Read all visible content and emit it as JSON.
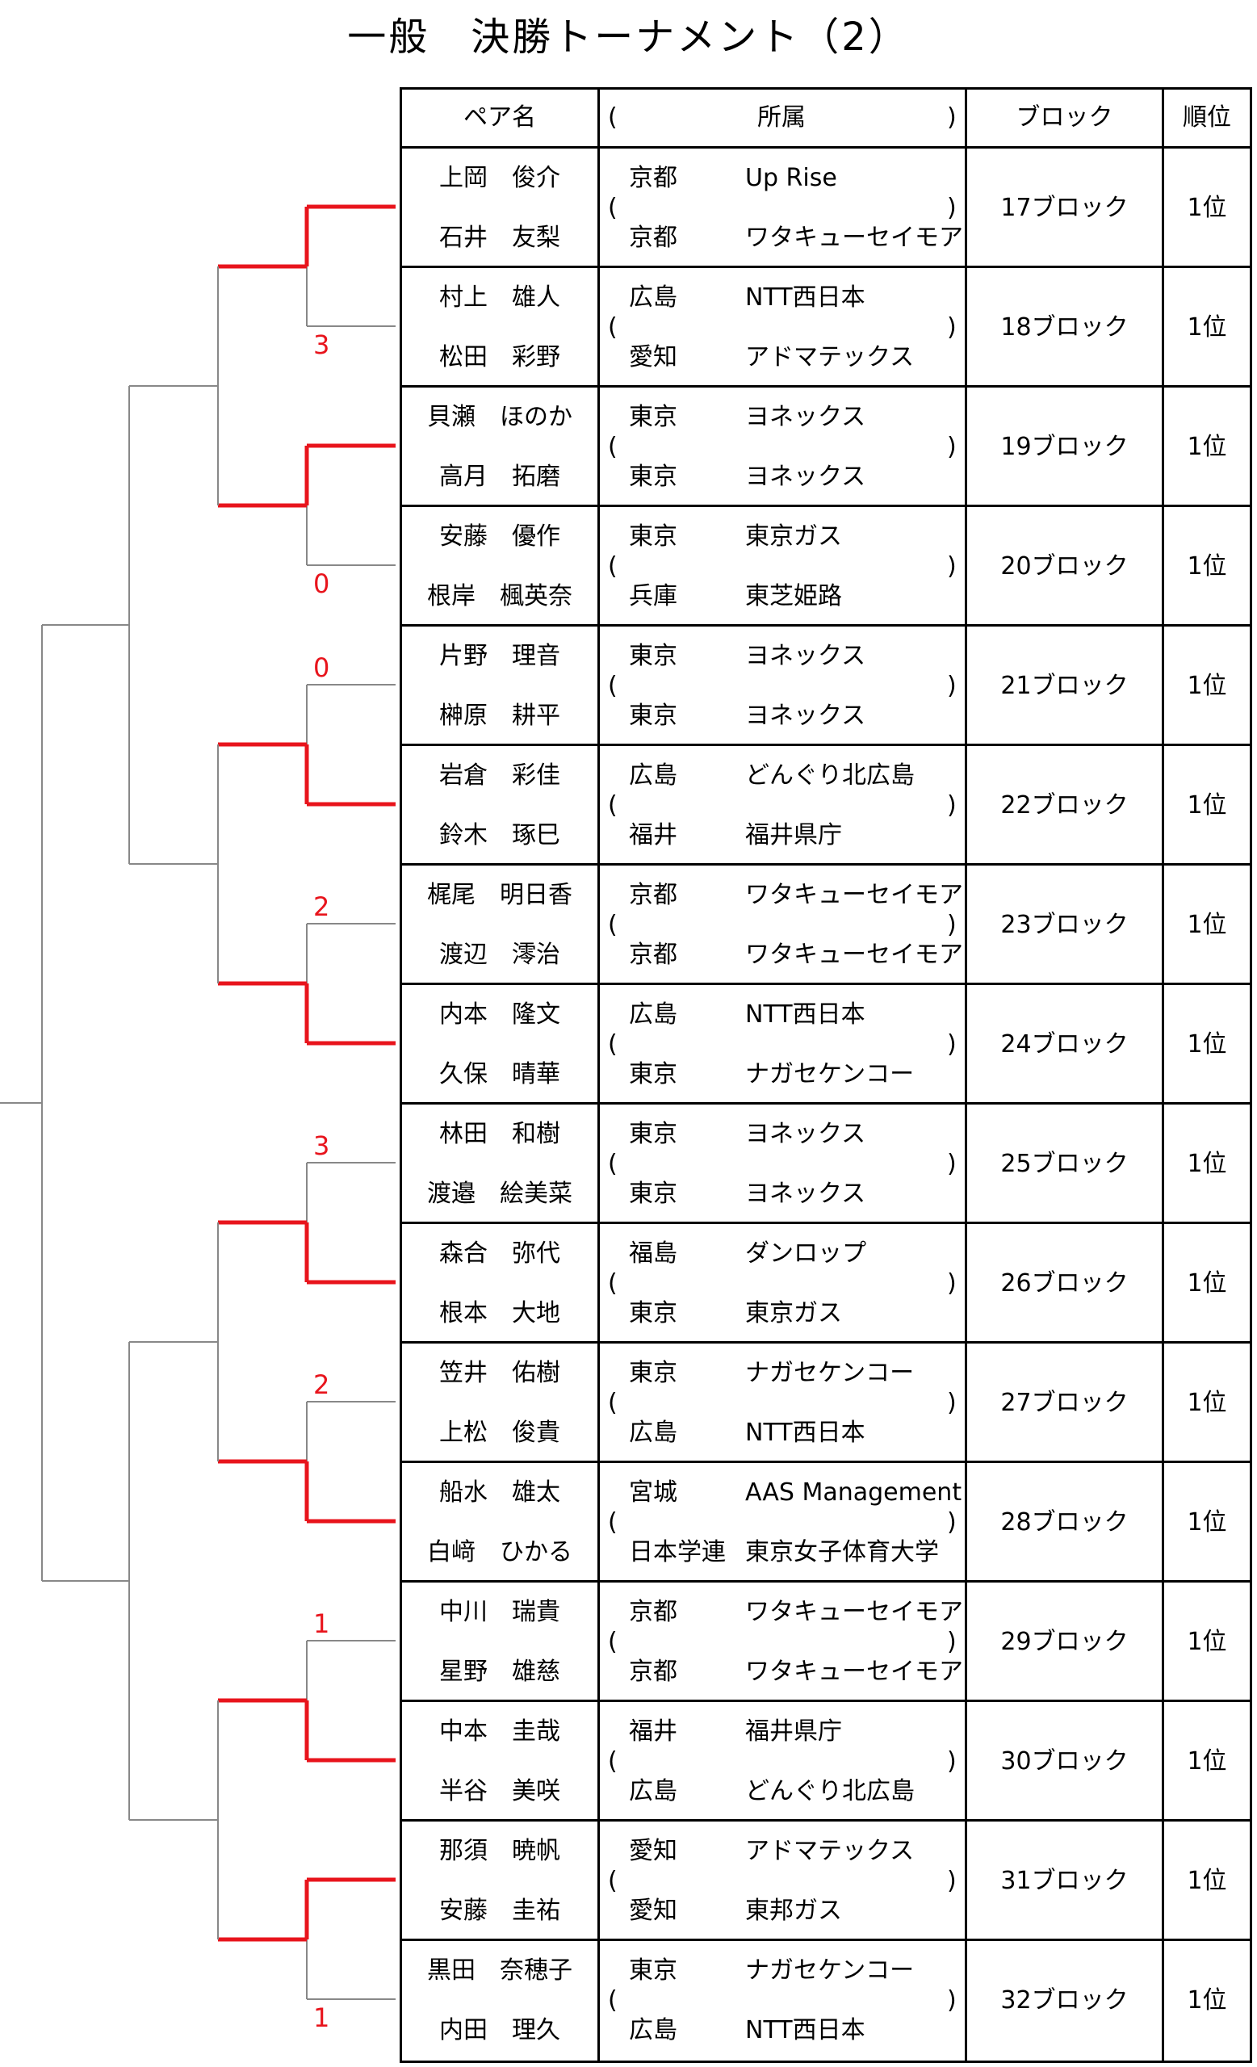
{
  "title": "一般　決勝トーナメント（2）",
  "header": {
    "pair": "ペア名",
    "paren_open": "(",
    "affiliation": "所属",
    "paren_close": ")",
    "block": "ブロック",
    "rank": "順位"
  },
  "entries": [
    {
      "p1": "上岡　俊介",
      "p2": "石井　友梨",
      "pref1": "京都",
      "club1": "Up Rise",
      "pref2": "京都",
      "club2": "ワタキューセイモア",
      "block": "17ブロック",
      "rank": "1位",
      "open": "(",
      "close": ")"
    },
    {
      "p1": "村上　雄人",
      "p2": "松田　彩野",
      "pref1": "広島",
      "club1": "NTT西日本",
      "pref2": "愛知",
      "club2": "アドマテックス",
      "block": "18ブロック",
      "rank": "1位",
      "open": "(",
      "close": ")"
    },
    {
      "p1": "貝瀬　ほのか",
      "p2": "高月　拓磨",
      "pref1": "東京",
      "club1": "ヨネックス",
      "pref2": "東京",
      "club2": "ヨネックス",
      "block": "19ブロック",
      "rank": "1位",
      "open": "(",
      "close": ")"
    },
    {
      "p1": "安藤　優作",
      "p2": "根岸　楓英奈",
      "pref1": "東京",
      "club1": "東京ガス",
      "pref2": "兵庫",
      "club2": "東芝姫路",
      "block": "20ブロック",
      "rank": "1位",
      "open": "(",
      "close": ")"
    },
    {
      "p1": "片野　理音",
      "p2": "榊原　耕平",
      "pref1": "東京",
      "club1": "ヨネックス",
      "pref2": "東京",
      "club2": "ヨネックス",
      "block": "21ブロック",
      "rank": "1位",
      "open": "(",
      "close": ")"
    },
    {
      "p1": "岩倉　彩佳",
      "p2": "鈴木　琢巳",
      "pref1": "広島",
      "club1": "どんぐり北広島",
      "pref2": "福井",
      "club2": "福井県庁",
      "block": "22ブロック",
      "rank": "1位",
      "open": "(",
      "close": ")"
    },
    {
      "p1": "梶尾　明日香",
      "p2": "渡辺　澪治",
      "pref1": "京都",
      "club1": "ワタキューセイモア",
      "pref2": "京都",
      "club2": "ワタキューセイモア",
      "block": "23ブロック",
      "rank": "1位",
      "open": "(",
      "close": ")"
    },
    {
      "p1": "内本　隆文",
      "p2": "久保　晴華",
      "pref1": "広島",
      "club1": "NTT西日本",
      "pref2": "東京",
      "club2": "ナガセケンコー",
      "block": "24ブロック",
      "rank": "1位",
      "open": "(",
      "close": ")"
    },
    {
      "p1": "林田　和樹",
      "p2": "渡邉　絵美菜",
      "pref1": "東京",
      "club1": "ヨネックス",
      "pref2": "東京",
      "club2": "ヨネックス",
      "block": "25ブロック",
      "rank": "1位",
      "open": "(",
      "close": ")"
    },
    {
      "p1": "森合　弥代",
      "p2": "根本　大地",
      "pref1": "福島",
      "club1": "ダンロップ",
      "pref2": "東京",
      "club2": "東京ガス",
      "block": "26ブロック",
      "rank": "1位",
      "open": "(",
      "close": ")"
    },
    {
      "p1": "笠井　佑樹",
      "p2": "上松　俊貴",
      "pref1": "東京",
      "club1": "ナガセケンコー",
      "pref2": "広島",
      "club2": "NTT西日本",
      "block": "27ブロック",
      "rank": "1位",
      "open": "(",
      "close": ")"
    },
    {
      "p1": "船水　雄太",
      "p2": "白﨑　ひかる",
      "pref1": "宮城",
      "club1": "AAS Management",
      "pref2": "日本学連",
      "club2": "東京女子体育大学",
      "block": "28ブロック",
      "rank": "1位",
      "open": "(",
      "close": ")"
    },
    {
      "p1": "中川　瑞貴",
      "p2": "星野　雄慈",
      "pref1": "京都",
      "club1": "ワタキューセイモア",
      "pref2": "京都",
      "club2": "ワタキューセイモア",
      "block": "29ブロック",
      "rank": "1位",
      "open": "(",
      "close": ")"
    },
    {
      "p1": "中本　圭哉",
      "p2": "半谷　美咲",
      "pref1": "福井",
      "club1": "福井県庁",
      "pref2": "広島",
      "club2": "どんぐり北広島",
      "block": "30ブロック",
      "rank": "1位",
      "open": "(",
      "close": ")"
    },
    {
      "p1": "那須　暁帆",
      "p2": "安藤　圭祐",
      "pref1": "愛知",
      "club1": "アドマテックス",
      "pref2": "愛知",
      "club2": "東邦ガス",
      "block": "31ブロック",
      "rank": "1位",
      "open": "(",
      "close": ")"
    },
    {
      "p1": "黒田　奈穂子",
      "p2": "内田　理久",
      "pref1": "東京",
      "club1": "ナガセケンコー",
      "pref2": "広島",
      "club2": "NTT西日本",
      "block": "32ブロック",
      "rank": "1位",
      "open": "(",
      "close": ")"
    }
  ],
  "matches": [
    {
      "winner": "top",
      "loser_score": "3"
    },
    {
      "winner": "top",
      "loser_score": "0"
    },
    {
      "winner": "bottom",
      "loser_score": "0"
    },
    {
      "winner": "bottom",
      "loser_score": "2"
    },
    {
      "winner": "bottom",
      "loser_score": "3"
    },
    {
      "winner": "bottom",
      "loser_score": "2"
    },
    {
      "winner": "bottom",
      "loser_score": "1"
    },
    {
      "winner": "top",
      "loser_score": "1"
    }
  ],
  "colors": {
    "winner_line": "#e8141c",
    "pending_line": "#888888",
    "score_text": "#e8141c",
    "border": "#000000"
  }
}
